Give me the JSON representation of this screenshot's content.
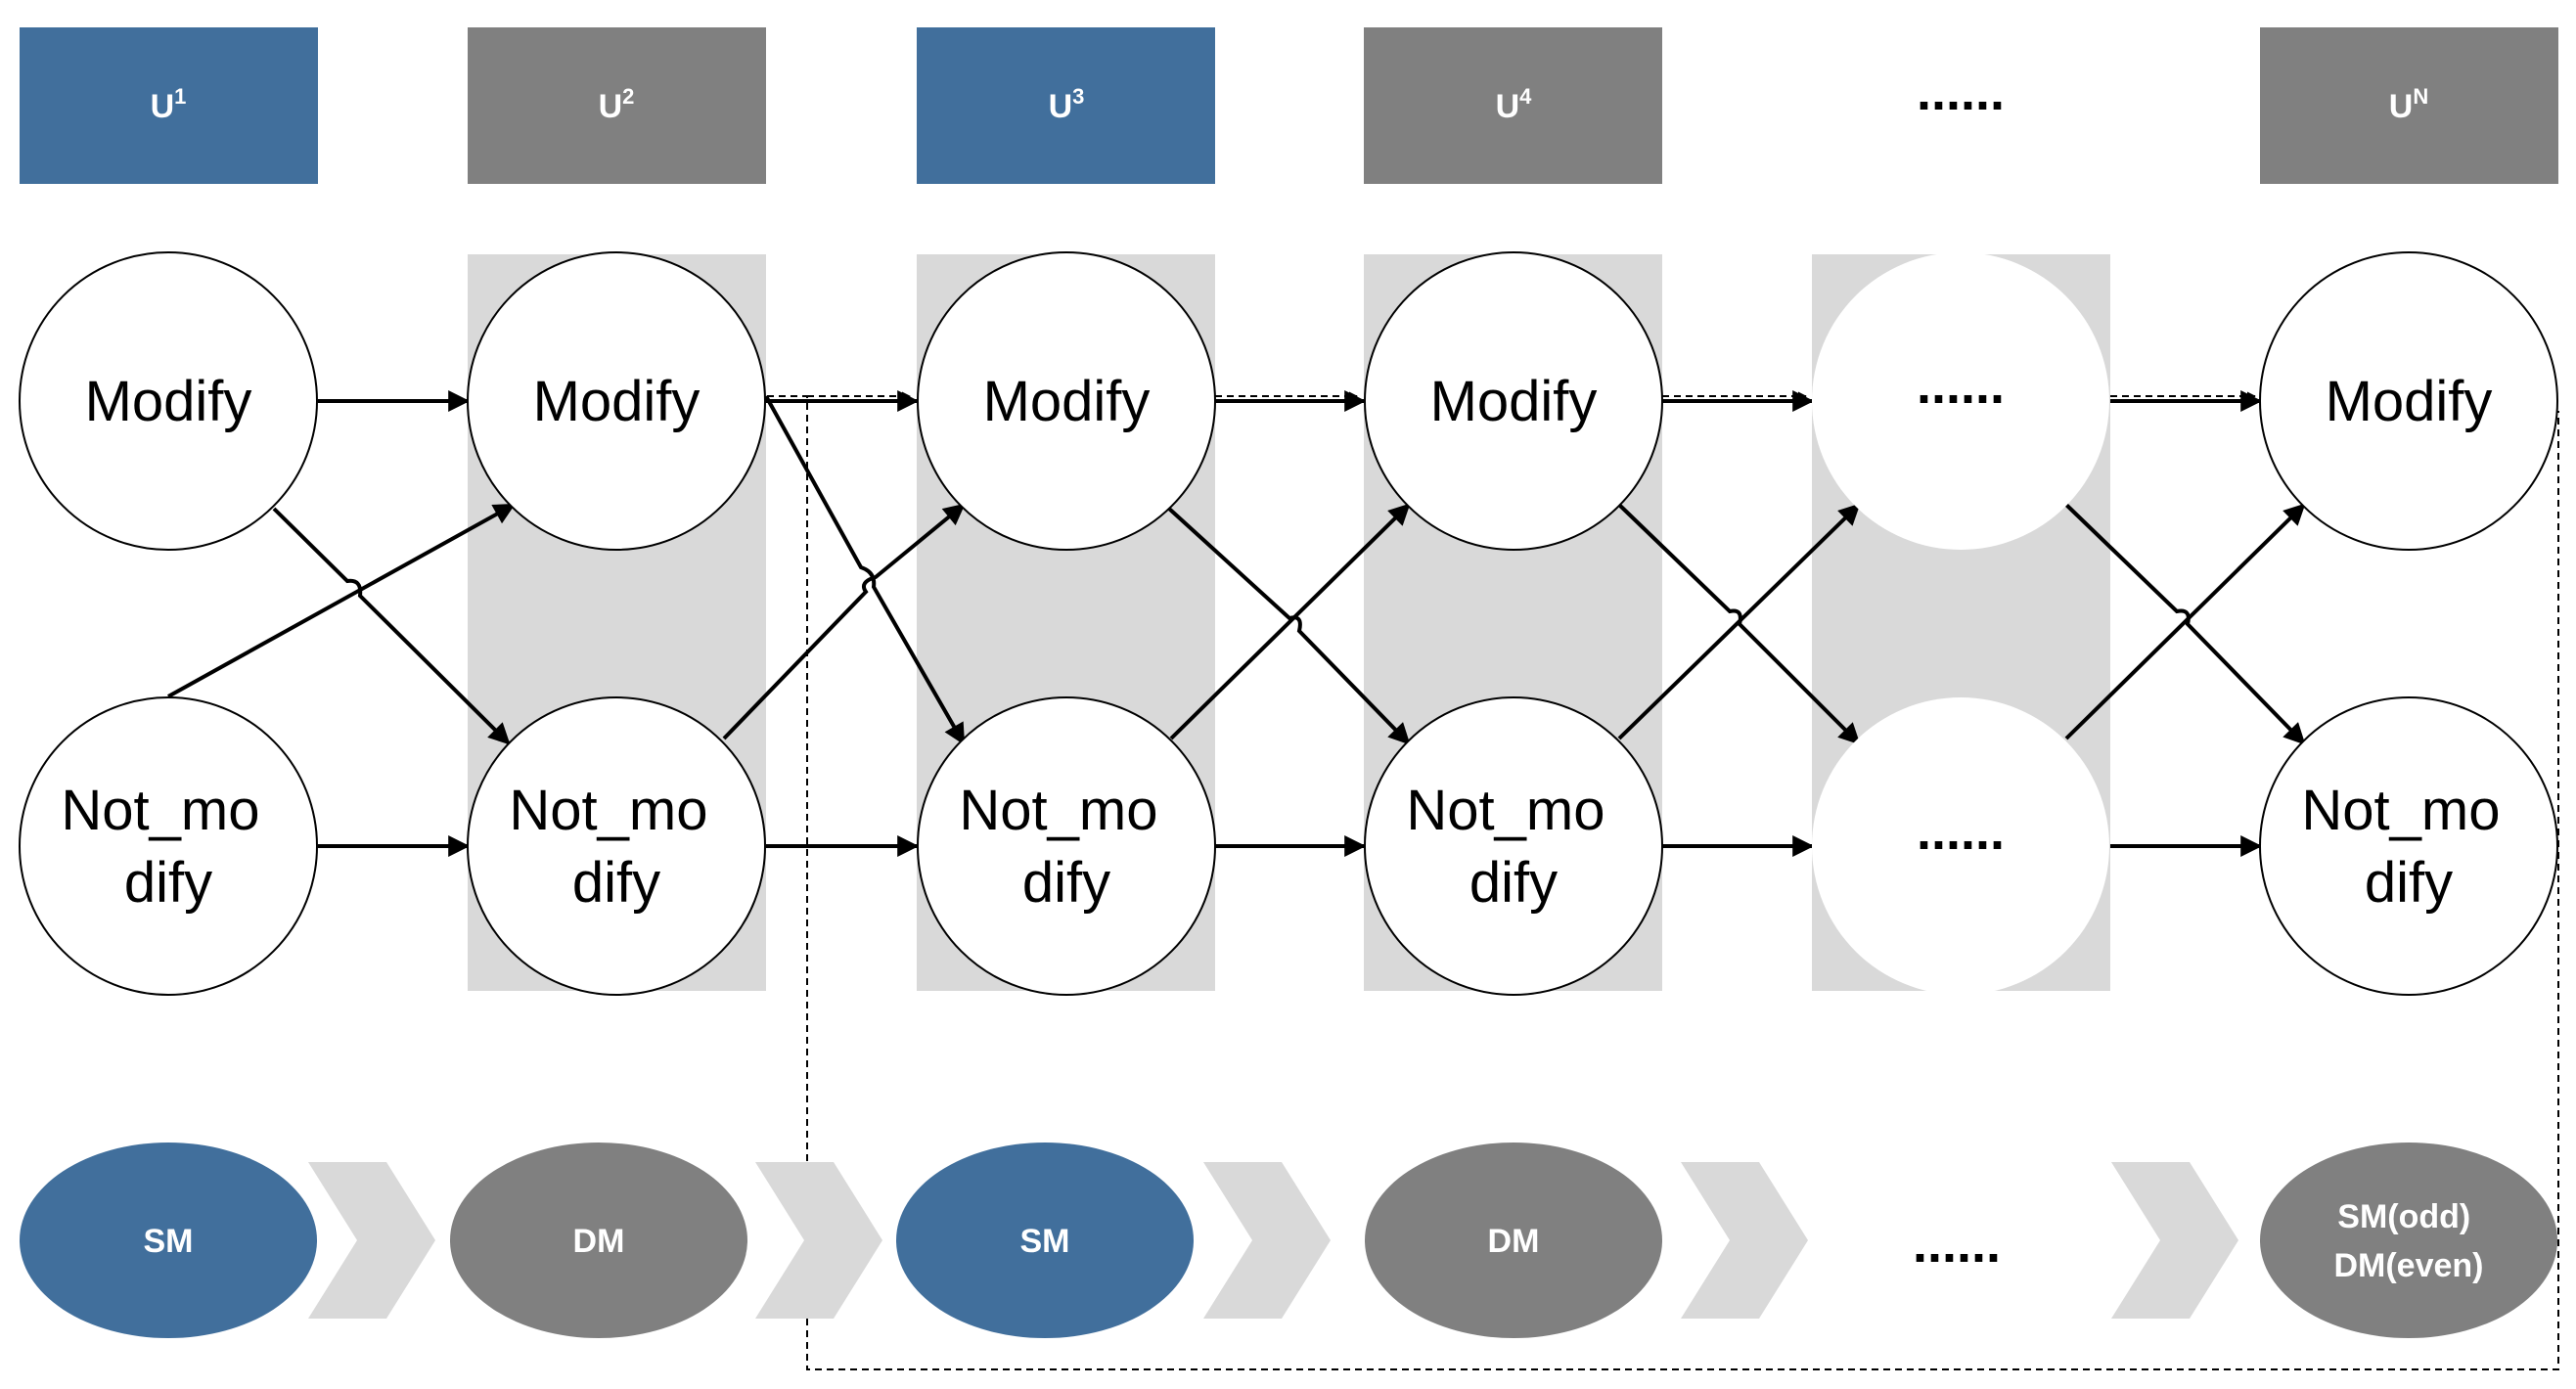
{
  "colors": {
    "blue": "#416f9c",
    "gray": "#808080",
    "band": "#d9d9d9",
    "chevron": "#d9d9d9",
    "stroke": "#000000"
  },
  "headers": [
    {
      "base": "U",
      "sup": "1",
      "color": "blue"
    },
    {
      "base": "U",
      "sup": "2",
      "color": "gray"
    },
    {
      "base": "U",
      "sup": "3",
      "color": "blue"
    },
    {
      "base": "U",
      "sup": "4",
      "color": "gray"
    },
    {
      "ellipsis": "......"
    },
    {
      "base": "U",
      "sup": "N",
      "color": "gray"
    }
  ],
  "nodes": {
    "modify": "Modify",
    "not_modify_line1": "Not_mo",
    "not_modify_line2": "dify",
    "ellipsis": "......"
  },
  "stages": [
    {
      "label": "SM",
      "color": "blue"
    },
    {
      "label": "DM",
      "color": "gray"
    },
    {
      "label": "SM",
      "color": "blue"
    },
    {
      "label": "DM",
      "color": "gray"
    },
    {
      "ellipsis": "......"
    },
    {
      "line1": "SM(odd)",
      "line2": "DM(even)",
      "color": "gray"
    }
  ]
}
